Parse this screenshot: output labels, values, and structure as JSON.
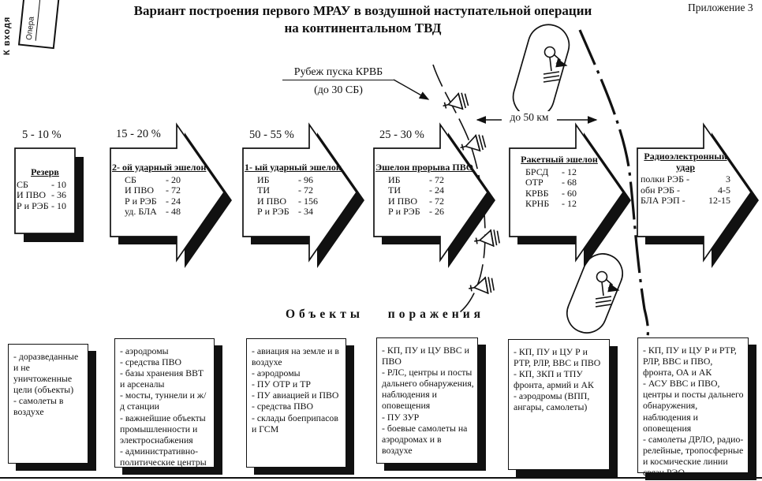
{
  "colors": {
    "ink": "#111111",
    "paper": "#ffffff"
  },
  "header": {
    "annex": "Приложение 3",
    "title_line1": "Вариант построения первого МРАУ в воздушной наступательной операции",
    "title_line2": "на континентальном ТВД"
  },
  "stamp": {
    "vertical_text": "К входя",
    "box_text": "Опера"
  },
  "annotations": {
    "launch_label": "Рубеж пуска КРВБ",
    "launch_sub": "(до 30 СБ)",
    "distance_label": "до 50 км",
    "section_title": "Объекты поражения"
  },
  "icons": {
    "aircraft": "jet-symbol",
    "jammer": "ew-jamming-aircraft-symbol",
    "loiter_zone": "loiter-oval",
    "front_line": "front-line-dash-dot",
    "launch_line": "launch-line-dashed"
  },
  "echelons": [
    {
      "percent": "5 - 10 %",
      "title": "Резерв",
      "items": [
        {
          "label": "СБ",
          "value": "- 10"
        },
        {
          "label": "И ПВО",
          "value": "- 36"
        },
        {
          "label": "Р и РЭБ",
          "value": "- 10"
        }
      ]
    },
    {
      "percent": "15 - 20 %",
      "title": "2- ой ударный эшелон",
      "items": [
        {
          "label": "СБ",
          "value": "- 20"
        },
        {
          "label": "И ПВО",
          "value": "- 72"
        },
        {
          "label": "Р и РЭБ",
          "value": "- 24"
        },
        {
          "label": "уд. БЛА",
          "value": "- 48"
        }
      ]
    },
    {
      "percent": "50 - 55 %",
      "title": "1- ый ударный эшелон",
      "items": [
        {
          "label": "ИБ",
          "value": "- 96"
        },
        {
          "label": "ТИ",
          "value": "- 72"
        },
        {
          "label": "И ПВО",
          "value": "- 156"
        },
        {
          "label": "Р и РЭБ",
          "value": "- 34"
        }
      ]
    },
    {
      "percent": "25 - 30 %",
      "title": "Эшелон прорыва ПВО",
      "items": [
        {
          "label": "ИБ",
          "value": "- 72"
        },
        {
          "label": "ТИ",
          "value": "- 24"
        },
        {
          "label": "И ПВО",
          "value": "- 72"
        },
        {
          "label": "Р и РЭБ",
          "value": "- 26"
        }
      ]
    },
    {
      "percent": "",
      "title": "Ракетный эшелон",
      "items": [
        {
          "label": "БРСД",
          "value": "- 12"
        },
        {
          "label": "ОТР",
          "value": "- 68"
        },
        {
          "label": "КРВБ",
          "value": "- 60"
        },
        {
          "label": "КРНБ",
          "value": "- 12"
        }
      ]
    },
    {
      "percent": "",
      "title": "Радиоэлектронный удар",
      "items": [
        {
          "label": "полки РЭБ -",
          "value": "3"
        },
        {
          "label": "обн РЭБ -",
          "value": "4-5"
        },
        {
          "label": "БЛА РЭП -",
          "value": "12-15"
        }
      ]
    }
  ],
  "targets": [
    {
      "items": [
        "- доразведанные и не уничтоженные цели (объекты)",
        "- самолеты в воздухе"
      ]
    },
    {
      "items": [
        "- аэродромы",
        "- средства ПВО",
        "- базы хранения ВВТ и арсеналы",
        "- мосты, туннели и ж/д станции",
        "- важнейшие объекты промышленности и электроснабжения",
        "- административно-политические центры"
      ]
    },
    {
      "items": [
        "- авиация на земле и в воздухе",
        "- аэродромы",
        "- ПУ ОТР и ТР",
        "- ПУ авиацией и ПВО",
        "- средства ПВО",
        "- склады боеприпасов и ГСМ"
      ]
    },
    {
      "items": [
        "- КП, ПУ и ЦУ ВВС и ПВО",
        "- РЛС, центры и посты дальнего обнаружения, наблюдения и оповещения",
        "- ПУ ЗУР",
        "- боевые самолеты на аэродромах и в воздухе"
      ]
    },
    {
      "items": [
        "- КП, ПУ и ЦУ Р и РТР, РЛР, ВВС и ПВО",
        "- КП, ЗКП и ТПУ фронта, армий и АК",
        "- аэродромы (ВПП, ангары, самолеты)"
      ]
    },
    {
      "items": [
        "- КП, ПУ и ЦУ Р и РТР, РЛР, ВВС и ПВО, фронта, ОА и АК",
        "- АСУ ВВС и ПВО, центры и посты дальнего обнаружения, наблюдения и оповещения",
        "- самолеты ДРЛО, радио-релейные, тропосферные и космические линии связи РЭО"
      ]
    }
  ]
}
